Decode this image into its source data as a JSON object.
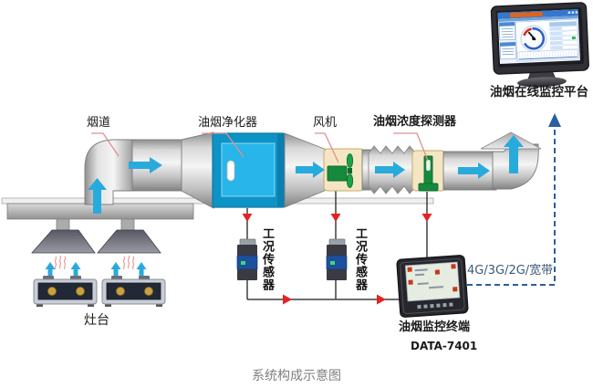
{
  "title": "系统构成示意图",
  "labels": {
    "flue": "烟道",
    "purifier": "油烟净化器",
    "fan": "风机",
    "detector": "油烟浓度探测器",
    "condition_sensor_1": "工况传感器",
    "condition_sensor_2": "工况传感器",
    "stove": "灶台",
    "terminal_name": "油烟监控终端",
    "terminal_model": "DATA-7401",
    "network_link": "4G/3G/2G/宽带",
    "platform": "油烟在线监控平台"
  },
  "colors": {
    "flow_arrow_cyan": "#29AADD",
    "equipment_green": "#168A3C",
    "purifier_blue": "#27B5EA",
    "signal_red": "#E32222",
    "leader_line_pink": "#E09090",
    "network_dash_blue": "#2A5F9E",
    "network_text": "#3D5A78",
    "caption_gray": "#7F7F7F"
  }
}
